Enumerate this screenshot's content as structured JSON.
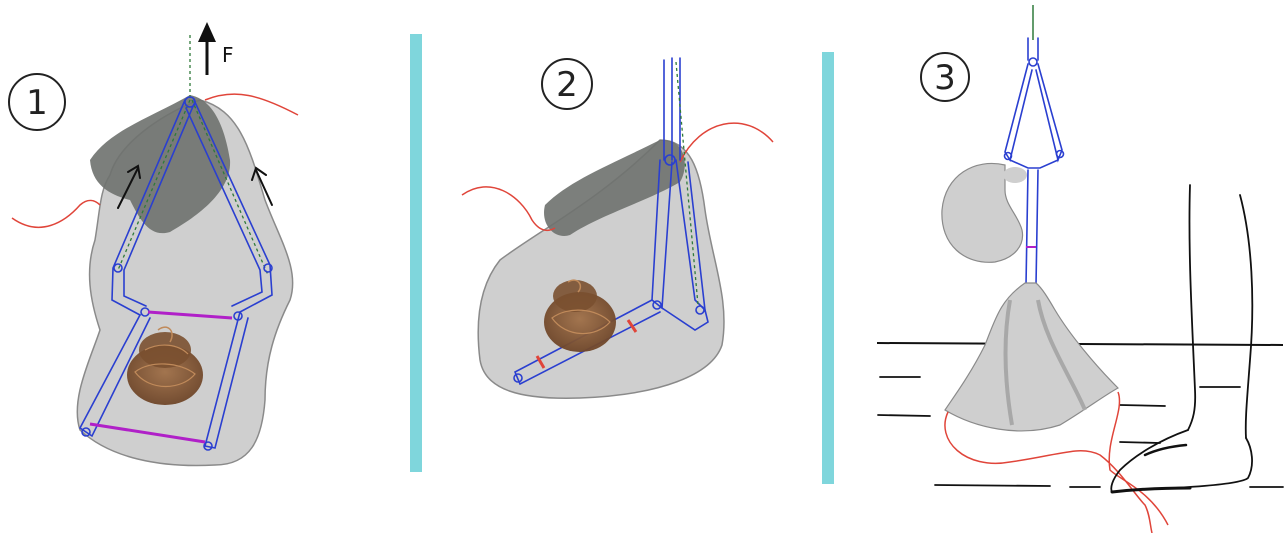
{
  "steps": [
    {
      "number": "1",
      "force_label": "F"
    },
    {
      "number": "2"
    },
    {
      "number": "3"
    }
  ],
  "colors": {
    "divider": "#7fd6dc",
    "mechanism": "#2a3fd0",
    "bag": "#cfcfcf",
    "dark_bag": "#6e716e",
    "string": "#e0453a",
    "strap": "#b020c8",
    "waste": "#7a5030",
    "ink": "#111111"
  },
  "icons": {
    "force_arrow": "up-arrow-icon",
    "waste": "poop-icon",
    "leg": "leg-icon"
  }
}
